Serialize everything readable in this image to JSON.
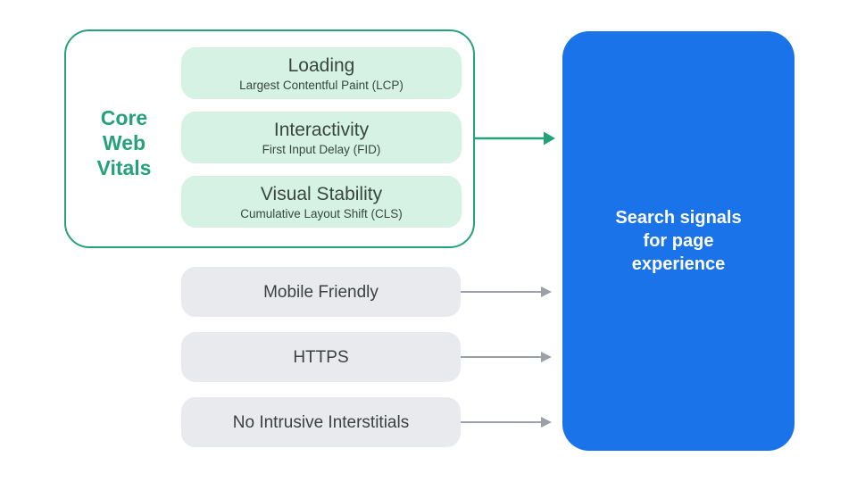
{
  "colors": {
    "green": "#25A27A",
    "mint": "#D5F2E4",
    "mint_text": "#37473F",
    "gray_pill": "#E8EAED",
    "gray_text": "#3C4043",
    "arrow_gray": "#9AA0A6",
    "blue": "#1A73E8",
    "white": "#FFFFFF",
    "bg": "#FFFFFF"
  },
  "core_web_vitals": {
    "label": "Core Web Vitals",
    "items": [
      {
        "title": "Loading",
        "subtitle": "Largest Contentful Paint (LCP)"
      },
      {
        "title": "Interactivity",
        "subtitle": "First Input Delay (FID)"
      },
      {
        "title": "Visual Stability",
        "subtitle": "Cumulative Layout Shift (CLS)"
      }
    ]
  },
  "other_signals": [
    {
      "label": "Mobile Friendly"
    },
    {
      "label": "HTTPS"
    },
    {
      "label": "No Intrusive Interstitials"
    }
  ],
  "result_panel": {
    "label": "Search signals for page experience"
  }
}
